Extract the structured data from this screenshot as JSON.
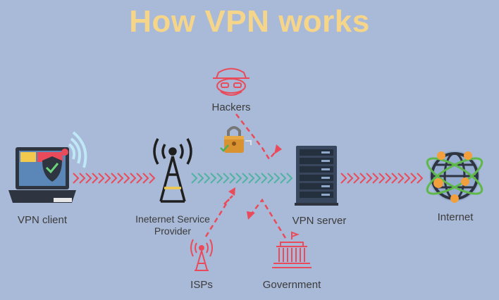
{
  "title": "How VPN works",
  "nodes": {
    "vpn_client": "VPN client",
    "isp_line1": "Ineternet Service",
    "isp_line2": "Provider",
    "vpn_server": "VPN server",
    "internet": "Internet",
    "hackers": "Hackers",
    "isps": "ISPs",
    "government": "Government"
  },
  "colors": {
    "background": "#a9b9d8",
    "title": "#f5d58a",
    "threat": "#e94b5a",
    "tunnel": "#4fb3a0",
    "dark": "#2e3440",
    "server": "#39475e",
    "globe_orange": "#f2a03d",
    "globe_green": "#5fb84a"
  },
  "icons": [
    "laptop-shield-icon",
    "wifi-signal-icon",
    "cell-tower-icon",
    "padlock-icon",
    "server-rack-icon",
    "globe-network-icon",
    "hacker-icon",
    "radio-tower-icon",
    "government-building-icon"
  ]
}
